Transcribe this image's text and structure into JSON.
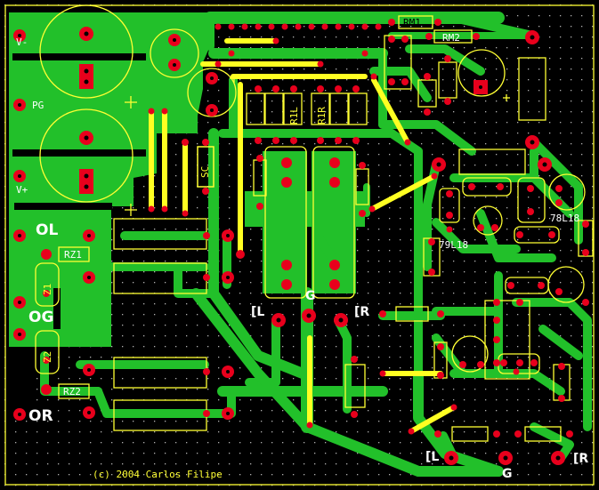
{
  "board": {
    "background": "#000000",
    "copper_color": "#22c02a",
    "silk_color": "#ffff33",
    "pad_color": "#e8001c",
    "border_color": "#ffff33",
    "grid_dot_color": "#b8b8b8"
  },
  "labels": {
    "v_minus": "V-",
    "pg": "PG",
    "v_plus": "V+",
    "ol": "OL",
    "og": "OG",
    "or": "OR",
    "rz1": "RZ1",
    "rz2": "RZ2",
    "z1": "Z1",
    "z2": "Z2",
    "rm1": "RM1",
    "rm2": "RM2",
    "sc": "SC",
    "r1l": "R1L",
    "r1r": "R1R",
    "ilx_left": "[L",
    "ilx_right": "[R",
    "g_center": "G",
    "reg_7918": "79L18",
    "reg_7818": "78L18",
    "out_l": "[L",
    "out_g": "G",
    "out_r": "[R",
    "copyright": "(c) 2004 Carlos Filipe"
  }
}
